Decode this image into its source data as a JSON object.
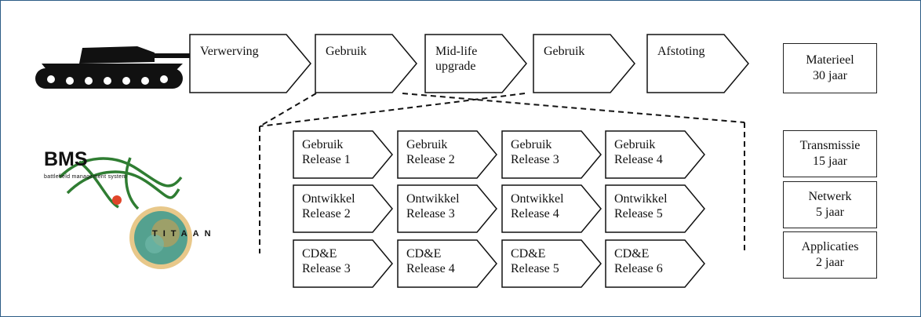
{
  "top_phases": [
    {
      "name": "phase-verwerving",
      "label": "Verwerving"
    },
    {
      "name": "phase-gebruik-1",
      "label": "Gebruik"
    },
    {
      "name": "phase-mid-life-upgrade",
      "label": "Mid-life\nupgrade"
    },
    {
      "name": "phase-gebruik-2",
      "label": "Gebruik"
    },
    {
      "name": "phase-afstoting",
      "label": "Afstoting"
    }
  ],
  "release_rows": [
    [
      "Gebruik\nRelease 1",
      "Gebruik\nRelease 2",
      "Gebruik\nRelease 3",
      "Gebruik\nRelease 4"
    ],
    [
      "Ontwikkel\nRelease 2",
      "Ontwikkel\nRelease 3",
      "Ontwikkel\nRelease 4",
      "Ontwikkel\nRelease 5"
    ],
    [
      "CD&E\nRelease 3",
      "CD&E\nRelease 4",
      "CD&E\nRelease 5",
      "CD&E\nRelease 6"
    ]
  ],
  "lifetimes": [
    {
      "name": "lifetime-materieel",
      "label": "Materieel\n30 jaar"
    },
    {
      "name": "lifetime-transmissie",
      "label": "Transmissie\n15 jaar"
    },
    {
      "name": "lifetime-netwerk",
      "label": "Netwerk\n5 jaar"
    },
    {
      "name": "lifetime-applicaties",
      "label": "Applicaties\n2 jaar"
    }
  ],
  "logos": {
    "bms_text": "BMS",
    "bms_subtitle": "battlefield management system",
    "titaan_text": "TITAAN"
  },
  "icons": [
    "tank-icon",
    "bms-logo",
    "titaan-logo"
  ],
  "colors": {
    "frame": "#2d5c86",
    "bms_green": "#2f7d32",
    "bms_dot": "#e0452a",
    "titaan_teal": "#3a9a8f",
    "titaan_orange": "#d9a04a"
  }
}
